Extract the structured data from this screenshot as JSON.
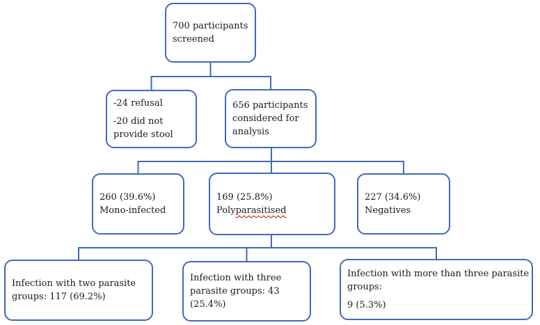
{
  "figure": {
    "colors": {
      "box_border": "#3F6AB8",
      "connector": "#3F6AB8",
      "text": "#1A1A1A",
      "spellcheck_underline": "#C00000"
    },
    "nodes": {
      "screened": {
        "text": "700 participants\nscreened"
      },
      "refusal": {
        "paragraphs": [
          "-24 refusal",
          "-20 did not\nprovide stool"
        ]
      },
      "analysis": {
        "text": "656 participants\nconsidered for\nanalysis"
      },
      "mono": {
        "text": "260 (39.6%)\nMono-infected"
      },
      "poly": {
        "line1": "169 (25.8%)",
        "word_prefix": "Poly",
        "word_underlined": "parasitised"
      },
      "negatives": {
        "text": "227 (34.6%)\nNegatives"
      },
      "two": {
        "text": "Infection with two parasite\ngroups: 117 (69.2%)"
      },
      "three": {
        "text": "Infection with three\nparasite groups: 43\n(25.4%)"
      },
      "more": {
        "paragraphs": [
          "Infection with more than three parasite\ngroups:",
          "9 (5.3%)"
        ]
      }
    }
  }
}
